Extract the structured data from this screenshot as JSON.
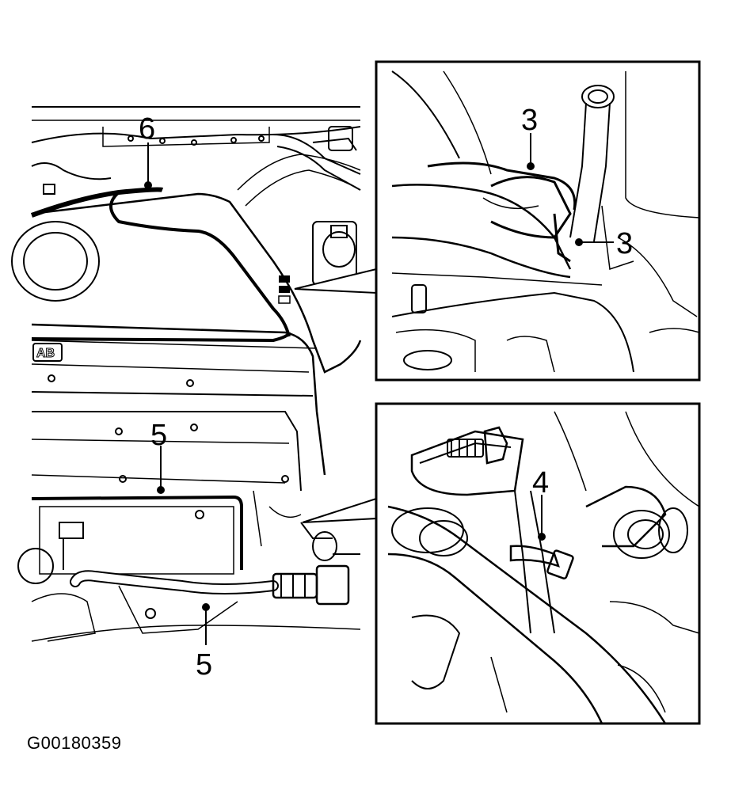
{
  "figure": {
    "code": "G00180359",
    "style": "black line-art technical illustration",
    "colors": {
      "line": "#000000",
      "background": "#ffffff"
    }
  },
  "callouts": {
    "main_view": [
      {
        "label": "6",
        "part": "thick hose routed over engine cover"
      },
      {
        "label": "5",
        "part": "hose lower edge of engine cover"
      },
      {
        "label": "5",
        "part": "hose with connector near bottom"
      }
    ],
    "upper_inset": [
      {
        "label": "3",
        "part": "connector / hose clip"
      },
      {
        "label": "3",
        "part": "hose"
      }
    ],
    "lower_inset": [
      {
        "label": "4",
        "part": "hose clamp"
      }
    ]
  }
}
